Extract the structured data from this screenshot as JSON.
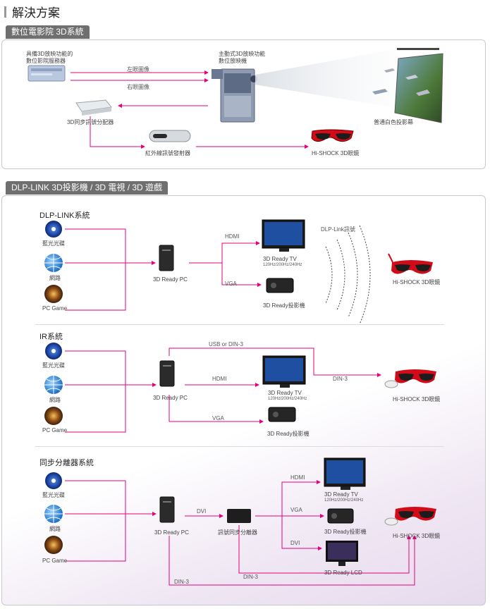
{
  "page_title": "解決方案",
  "section1": {
    "tab": "數位電影院 3D系統",
    "server_label": "具備3D放映功能的\n數位影院服務器",
    "projector_label": "主動式3D放映功能\n數位放映機",
    "left_eye": "左眼圖像",
    "right_eye": "右眼圖像",
    "splitter": "3D同步訊號分配器",
    "ir_emitter": "紅外線訊號發射器",
    "glasses": "Hi-SHOCK 3D眼鏡",
    "screen": "普通白色投影幕"
  },
  "section2": {
    "tab": "DLP-LINK 3D投影機 / 3D 電視 / 3D 遊戲",
    "dlp": {
      "title": "DLP-LINK系統",
      "bluray": "藍光光碟",
      "network": "網路",
      "pcgame": "PC Game",
      "pc": "3D Ready PC",
      "hdmi": "HDMI",
      "vga": "VGA",
      "tv": "3D Ready TV",
      "tv_hz": "120Hz/200Hz/240Hz",
      "projector": "3D Ready投影機",
      "signal": "DLP-Link訊號",
      "glasses": "Hi-SHOCK 3D眼鏡"
    },
    "ir": {
      "title": "IR系統",
      "bluray": "藍光光碟",
      "network": "網路",
      "pcgame": "PC Game",
      "pc": "3D Ready PC",
      "usb": "USB or DIN-3",
      "hdmi": "HDMI",
      "vga": "VGA",
      "din3": "DIN-3",
      "tv": "3D Ready TV",
      "tv_hz": "120Hz/200Hz/240Hz",
      "projector": "3D Ready投影機",
      "glasses": "Hi-SHOCK 3D眼鏡"
    },
    "sync": {
      "title": "同步分離器系統",
      "bluray": "藍光光碟",
      "network": "網路",
      "pcgame": "PC Game",
      "pc": "3D Ready PC",
      "dvi": "DVI",
      "splitter": "訊號同步分離器",
      "hdmi": "HDMI",
      "vga": "VGA",
      "dvi2": "DVI",
      "tv": "3D Ready TV",
      "tv_hz": "120Hz/200Hz/240Hz",
      "projector": "3D Ready投影機",
      "lcd": "3D Ready LCD",
      "glasses": "Hi-SHOCK 3D眼鏡",
      "din3_a": "DIN-3",
      "din3_b": "DIN-3"
    }
  },
  "colors": {
    "accent": "#e6007e",
    "tab": "#6f6f6f"
  }
}
